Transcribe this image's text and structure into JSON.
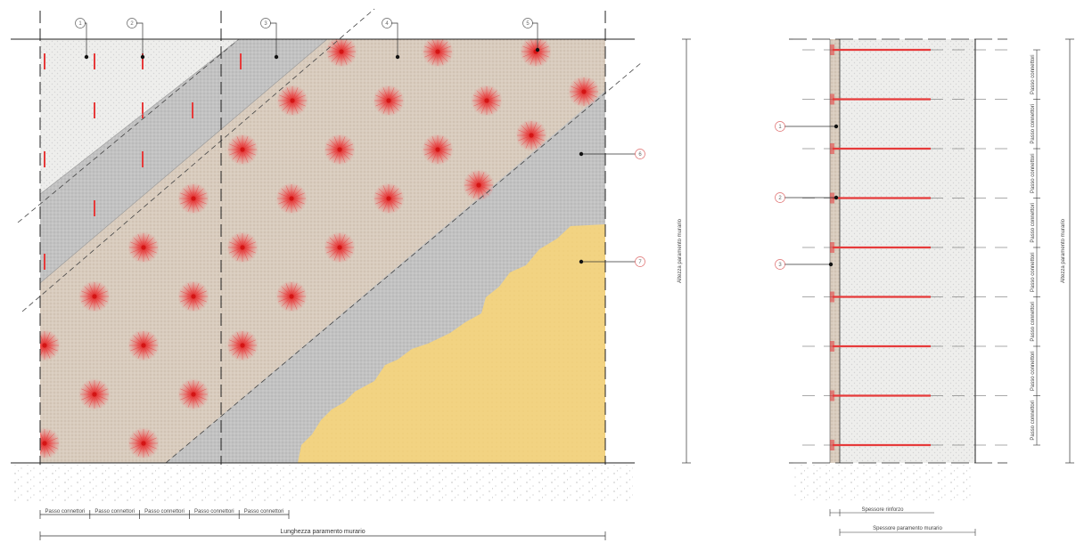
{
  "title": "",
  "elevation": {
    "length_label": "Lunghezza paramento murario",
    "spacing_label": "Passo connettori",
    "spacing_count": 5,
    "callouts_top": [
      "1",
      "2",
      "3",
      "4",
      "5"
    ],
    "callouts_right": [
      "6",
      "7"
    ],
    "height_label": "Altezza paramento murario"
  },
  "section": {
    "callouts_left": [
      "1",
      "2",
      "3"
    ],
    "bottom_label_1": "Spessore rinforzo",
    "bottom_label_2": "Spessore paramento murario",
    "height_label": "Altezza paramento murario",
    "spacing_label": "Passo connettori",
    "connector_count": 9
  },
  "colors": {
    "plaster": "#efeeec",
    "mortar_grey": "#c4c4c4",
    "reinforced": "#d8cbbd",
    "masonry": "#f2d382",
    "connector": "#e63a3a",
    "line": "#222222"
  }
}
